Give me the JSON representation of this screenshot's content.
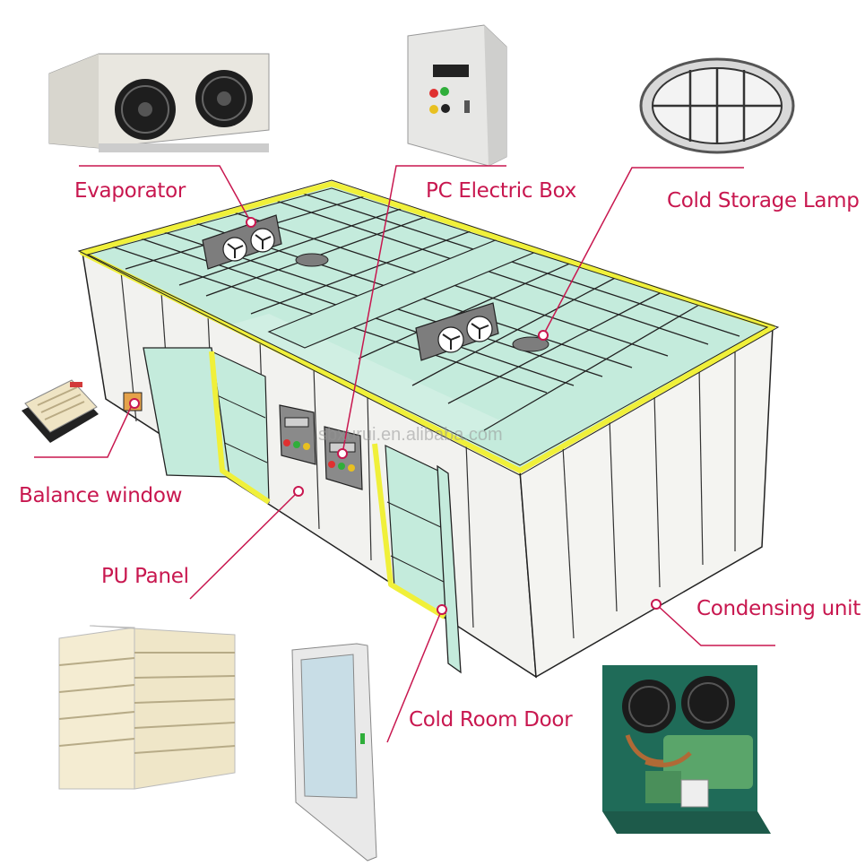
{
  "labels": {
    "evaporator": "Evaporator",
    "pc_electric_box": "PC Electric Box",
    "cold_storage_lamp": "Cold Storage Lamp",
    "balance_window": "Balance window",
    "pu_panel": "PU Panel",
    "condensing_unit": "Condensing unit",
    "cold_room_door": "Cold Room Door"
  },
  "watermark": "sbxurui.en.alibaba.com",
  "colors": {
    "label": "#c8174f",
    "leader": "#c8174f",
    "frame": "#f0f03a",
    "glass": "#c4ebdc",
    "panel": "#f2f2ef",
    "outline": "#222222"
  }
}
